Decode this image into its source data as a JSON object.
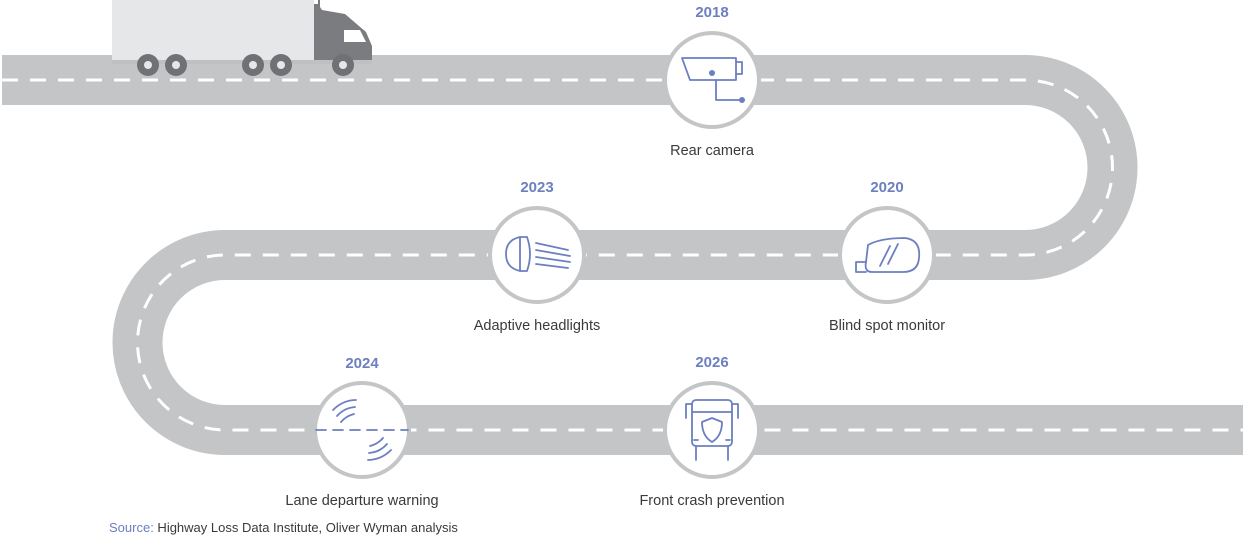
{
  "milestones": [
    {
      "id": "rear-camera",
      "year": "2018",
      "label": "Rear camera",
      "icon": "rear-camera-icon"
    },
    {
      "id": "blind-spot",
      "year": "2020",
      "label": "Blind spot monitor",
      "icon": "side-mirror-icon"
    },
    {
      "id": "adaptive-headlights",
      "year": "2023",
      "label": "Adaptive headlights",
      "icon": "headlight-icon"
    },
    {
      "id": "lane-departure",
      "year": "2024",
      "label": "Lane departure warning",
      "icon": "lane-departure-icon"
    },
    {
      "id": "front-crash",
      "year": "2026",
      "label": "Front crash prevention",
      "icon": "truck-shield-icon"
    }
  ],
  "source": {
    "label": "Source:",
    "text": " Highway Loss Data Institute, Oliver Wyman analysis"
  },
  "colors": {
    "accent": "#6c7fc0",
    "road": "#c4c5c7",
    "lane": "#ffffff",
    "text": "#3a3a3a",
    "truck_cab": "#7a7c80",
    "trailer": "#e6e7e9"
  }
}
